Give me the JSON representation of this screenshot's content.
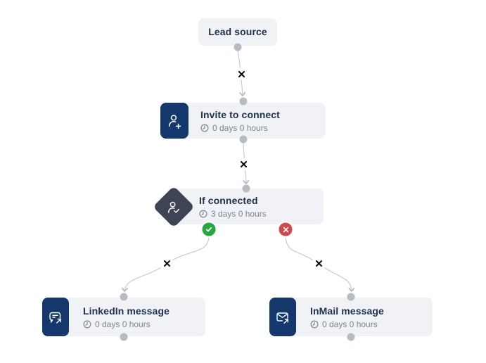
{
  "flow": {
    "nodes": {
      "lead_source": {
        "title": "Lead source"
      },
      "invite_to_connect": {
        "title": "Invite to connect",
        "delay": "0 days 0 hours"
      },
      "if_connected": {
        "title": "If connected",
        "delay": "3 days 0 hours"
      },
      "linkedin_message": {
        "title": "LinkedIn message",
        "delay": "0 days 0 hours"
      },
      "inmail_message": {
        "title": "InMail message",
        "delay": "0 days 0 hours"
      }
    },
    "icons": {
      "invite_to_connect": "person-add-icon",
      "if_connected": "person-check-icon",
      "linkedin_message": "chat-bubble-send-icon",
      "inmail_message": "envelope-send-icon",
      "delay": "clock-icon",
      "branch_yes": "check-circle-icon",
      "branch_no": "cross-circle-icon",
      "edge_delete": "x-marker-icon",
      "connector": "connector-dot"
    },
    "colors": {
      "node_background": "#f0f2f5",
      "icon_tile_navy": "#14386b",
      "condition_tile_slate": "#3d4454",
      "branch_yes_green": "#28a73e",
      "branch_no_red": "#d04a4d",
      "edge_gray": "#c8ccd2",
      "connector_dot_gray": "#b6bcc4",
      "title_text": "#20304f",
      "delay_text": "#7d8591",
      "edge_delete_x": "#0a0a0a"
    }
  }
}
